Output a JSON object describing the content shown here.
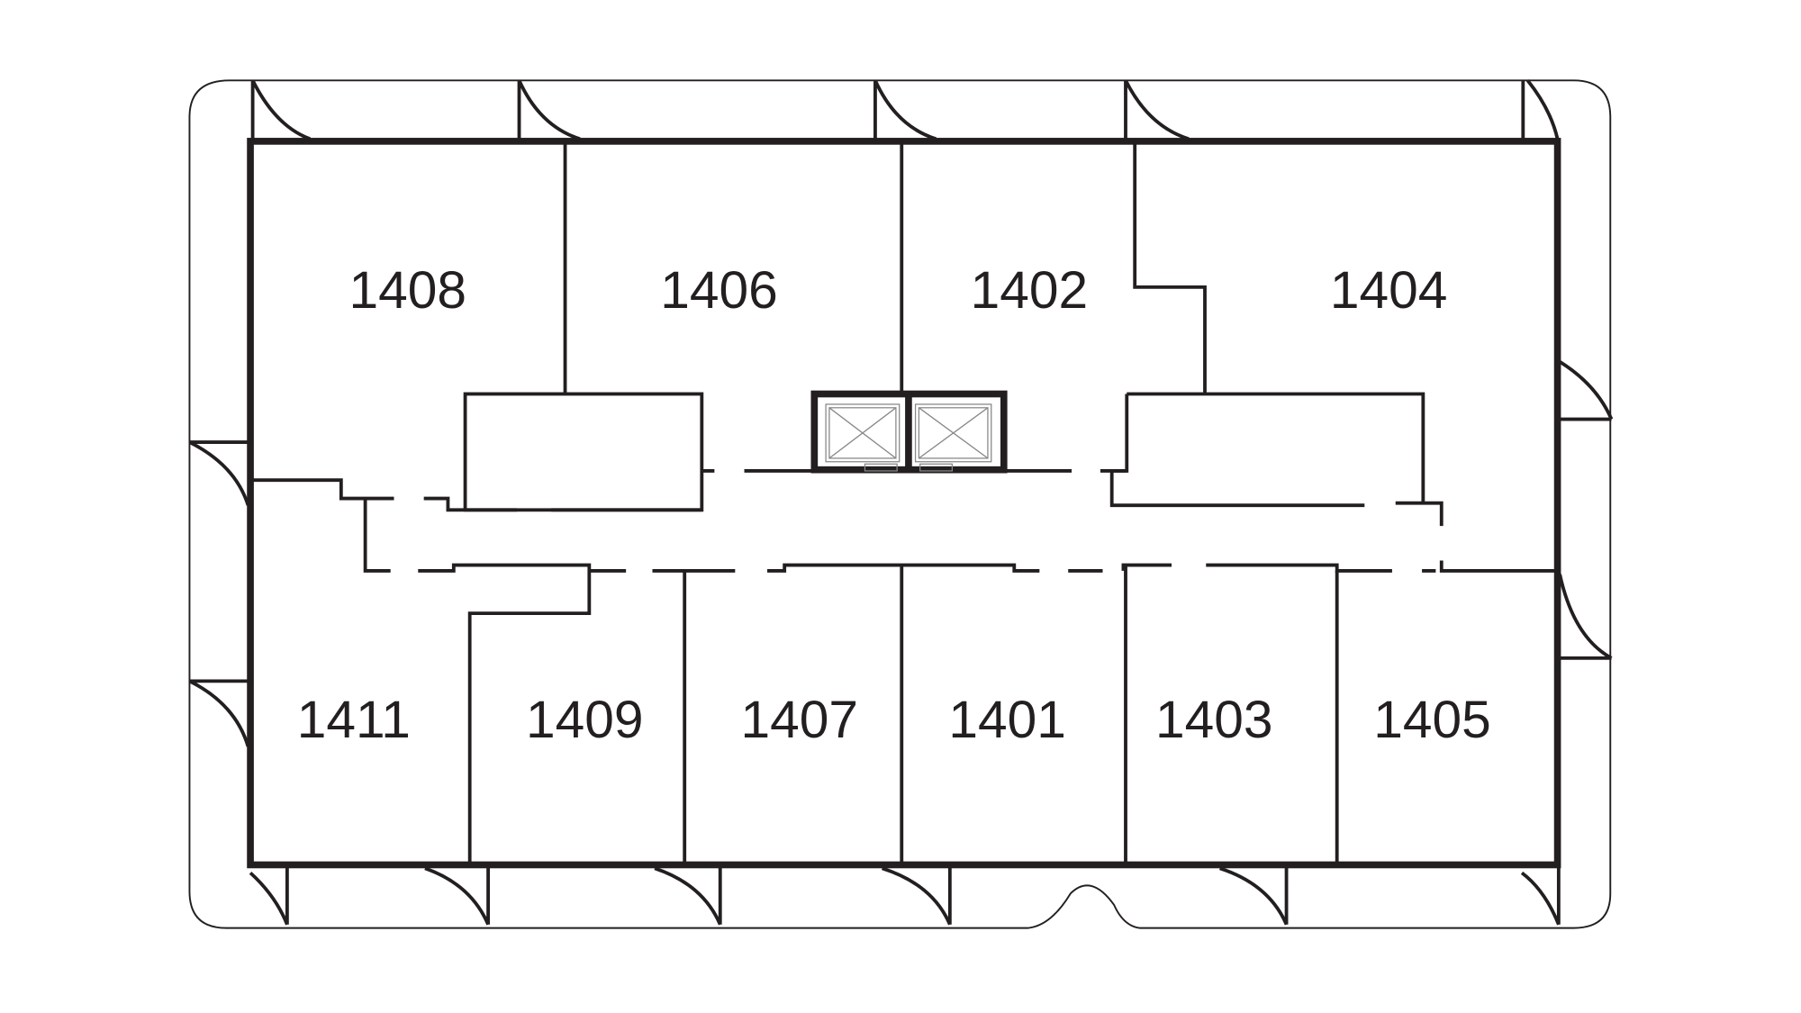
{
  "floor_plan": {
    "rooms_top": [
      {
        "id": "1408",
        "label": "1408"
      },
      {
        "id": "1406",
        "label": "1406"
      },
      {
        "id": "1402",
        "label": "1402"
      },
      {
        "id": "1404",
        "label": "1404"
      }
    ],
    "rooms_bottom": [
      {
        "id": "1411",
        "label": "1411"
      },
      {
        "id": "1409",
        "label": "1409"
      },
      {
        "id": "1407",
        "label": "1407"
      },
      {
        "id": "1401",
        "label": "1401"
      },
      {
        "id": "1403",
        "label": "1403"
      },
      {
        "id": "1405",
        "label": "1405"
      }
    ],
    "elevator_count": 2,
    "colors": {
      "line": "#231f20",
      "background": "#ffffff"
    }
  }
}
